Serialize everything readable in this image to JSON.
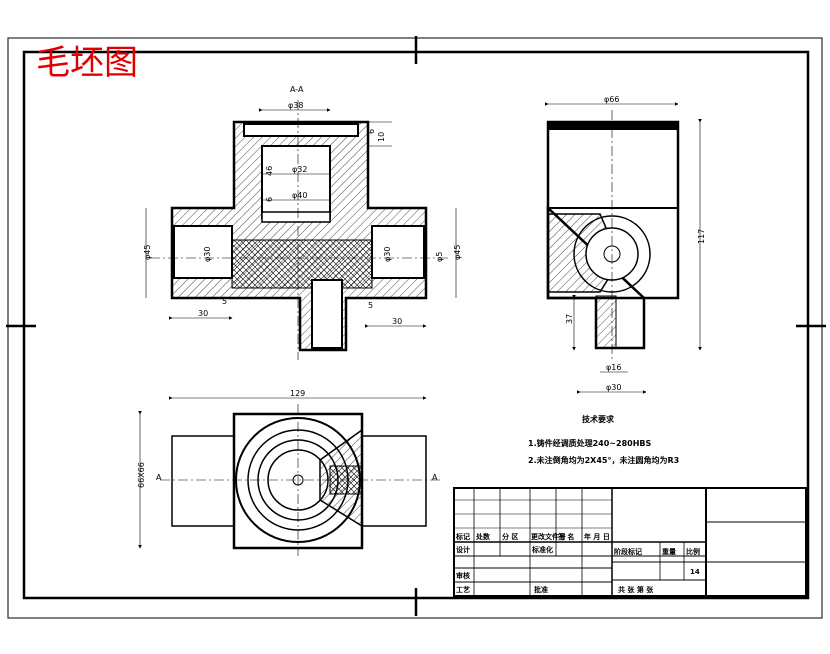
{
  "sheet_title": "毛坯图",
  "section_label": "A-A",
  "section_view": {
    "dims": {
      "top_bore": "φ38",
      "bore_32": "φ32",
      "bore_40": "φ40",
      "depth_46": "46",
      "dim_6a": "6",
      "dim_10": "10",
      "dim_6b": "6",
      "left_d45": "φ45",
      "left_d30": "φ30",
      "right_d30": "φ30",
      "right_d5": "φ5",
      "right_d45": "φ45",
      "left_5": "5",
      "left_30": "30",
      "right_5": "5",
      "right_30": "30"
    }
  },
  "side_view": {
    "dims": {
      "top": "φ66",
      "height": "117",
      "lower": "37",
      "d16": "φ16",
      "d30": "φ30"
    }
  },
  "top_view": {
    "dims": {
      "width": "129",
      "height": "66X66",
      "a_left": "A",
      "a_right": "A"
    }
  },
  "notes": {
    "heading": "技术要求",
    "line1": "1.铸件经调质处理240~280HBS",
    "line2": "2.未注倒角均为2X45°，未注圆角均为R3"
  },
  "title_block": {
    "row1": [
      "标记",
      "处数",
      "分 区",
      "更改文件号",
      "签 名",
      "年 月 日"
    ],
    "design": "设计",
    "standard": "标准化",
    "stage": "阶段标记",
    "weight": "重量",
    "scale": "比例",
    "review": "审核",
    "process": "工艺",
    "approve": "批准",
    "sheet_num": "14",
    "sheets": "共   张 第   张"
  }
}
